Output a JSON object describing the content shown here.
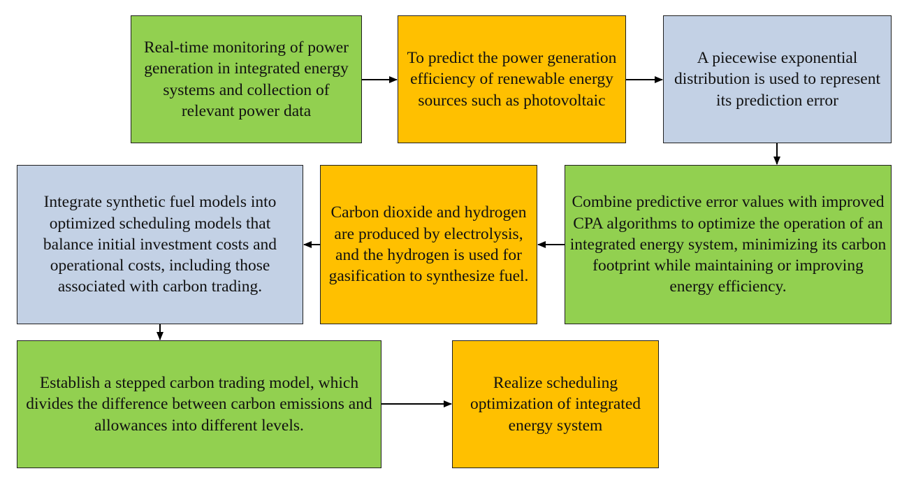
{
  "boxes": {
    "monitoring": "Real-time monitoring of power generation in integrated energy systems and collection of relevant power data",
    "predict": "To predict the power generation efficiency of renewable energy sources such as photovoltaic",
    "error_distribution": "A piecewise exponential distribution is used to represent its prediction error",
    "cpa_optimize": "Combine predictive error values with improved CPA algorithms to optimize the operation of an integrated energy system, minimizing its carbon footprint while maintaining or improving energy efficiency.",
    "electrolysis": "Carbon dioxide and hydrogen are produced by electrolysis, and the hydrogen is used for gasification to synthesize fuel.",
    "synthetic_fuel": "Integrate synthetic fuel models into optimized scheduling models that balance initial investment costs and operational costs, including those associated with carbon trading.",
    "stepped_model": "Establish a stepped carbon trading model, which divides the difference between carbon emissions and allowances into different levels.",
    "realize": "Realize scheduling optimization of integrated energy system"
  },
  "colors": {
    "green": "#92d050",
    "orange": "#ffc000",
    "blue": "#c3d1e5",
    "border": "#1f1f1f",
    "arrow": "#000000"
  }
}
